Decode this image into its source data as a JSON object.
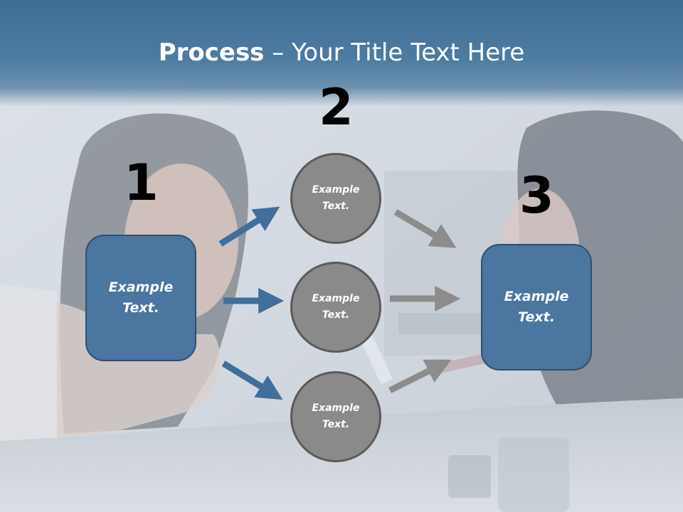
{
  "title": {
    "strong": "Process",
    "rest": " – Your Title Text Here"
  },
  "steps": {
    "one": "1",
    "two": "2",
    "three": "3"
  },
  "left_box": {
    "text": "Example\nText."
  },
  "right_box": {
    "text": "Example\nText."
  },
  "circles": [
    {
      "text": "Example\nText."
    },
    {
      "text": "Example\nText."
    },
    {
      "text": "Example\nText."
    }
  ],
  "colors": {
    "title_band": "#4a77a0",
    "box_fill": "#4a76a0",
    "circle_fill": "#8a8a8a",
    "arrow_blue": "#3f6f9a",
    "arrow_gray": "#8c8c8c"
  }
}
